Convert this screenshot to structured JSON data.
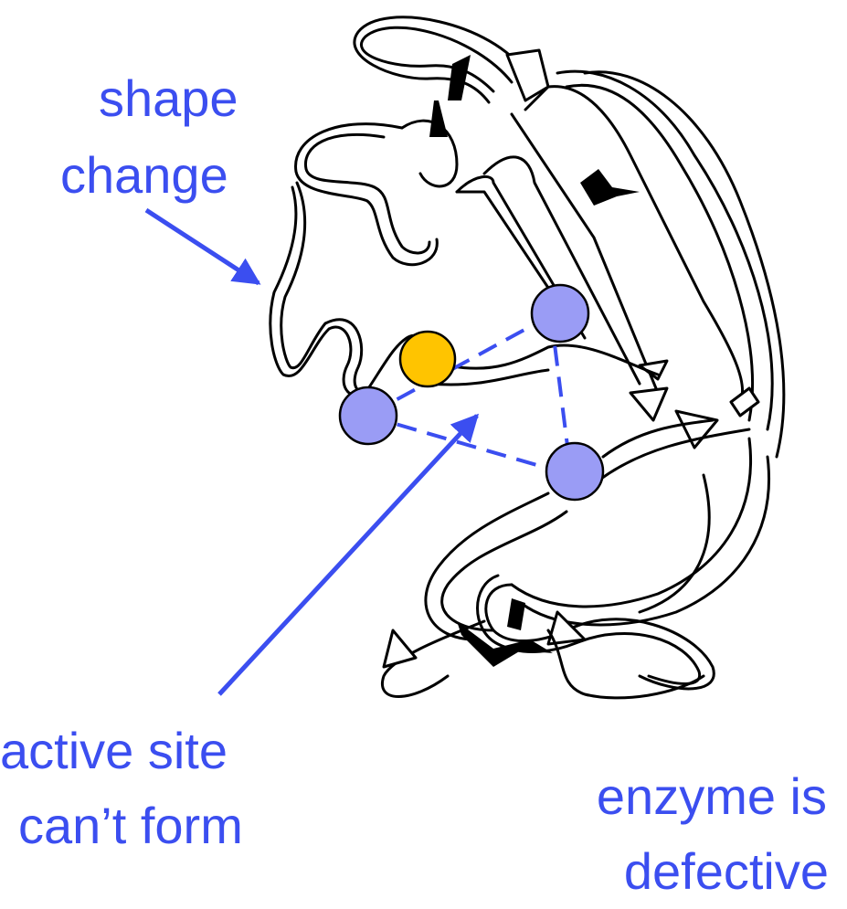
{
  "labels": {
    "shape_change": [
      "shape",
      "change"
    ],
    "active_site": [
      "active site",
      "can’t form"
    ],
    "defective": [
      "enzyme is",
      "defective"
    ]
  },
  "colors": {
    "annotation_blue": "#3b4ef0",
    "active_site_residue": "#9a9cf5",
    "metal_ion": "#ffc400",
    "ribbon_outline": "#000000",
    "ribbon_fill": "#ffffff",
    "disulfide_bond": "#000000"
  },
  "icons": {
    "ribbon": "protein-ribbon-structure",
    "residue": "circle",
    "ion": "circle",
    "bond": "zigzag-bolt"
  }
}
